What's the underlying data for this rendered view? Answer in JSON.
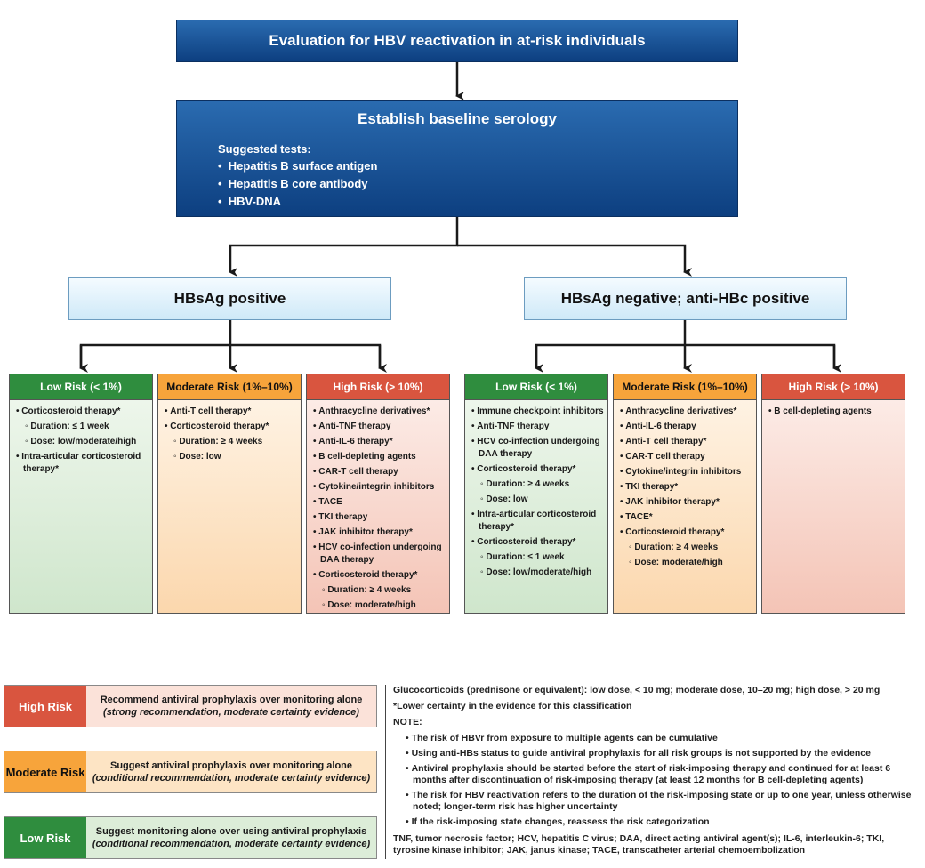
{
  "top_box": "Evaluation for HBV reactivation in at-risk individuals",
  "serology": {
    "title": "Establish baseline serology",
    "subtitle": "Suggested tests:",
    "tests": [
      "Hepatitis B surface antigen",
      "Hepatitis B core antibody",
      "HBV-DNA"
    ]
  },
  "branches": {
    "positive": "HBsAg positive",
    "negative": "HBsAg negative; anti-HBc positive"
  },
  "columns": {
    "pos_low": {
      "header": "Low Risk (< 1%)",
      "items": [
        {
          "t": "Corticosteroid therapy*",
          "s": 0
        },
        {
          "t": "Duration: ≤ 1 week",
          "s": 1
        },
        {
          "t": "Dose: low/moderate/high",
          "s": 1
        },
        {
          "t": "Intra-articular corticosteroid therapy*",
          "s": 0
        }
      ]
    },
    "pos_mod": {
      "header": "Moderate Risk (1%–10%)",
      "items": [
        {
          "t": "Anti-T cell therapy*",
          "s": 0
        },
        {
          "t": "Corticosteroid therapy*",
          "s": 0
        },
        {
          "t": "Duration: ≥ 4 weeks",
          "s": 1
        },
        {
          "t": "Dose: low",
          "s": 1
        }
      ]
    },
    "pos_high": {
      "header": "High Risk (> 10%)",
      "items": [
        {
          "t": "Anthracycline derivatives*",
          "s": 0
        },
        {
          "t": "Anti-TNF therapy",
          "s": 0
        },
        {
          "t": "Anti-IL-6 therapy*",
          "s": 0
        },
        {
          "t": "B cell-depleting agents",
          "s": 0
        },
        {
          "t": "CAR-T cell therapy",
          "s": 0
        },
        {
          "t": "Cytokine/integrin inhibitors",
          "s": 0
        },
        {
          "t": "TACE",
          "s": 0
        },
        {
          "t": "TKI therapy",
          "s": 0
        },
        {
          "t": "JAK inhibitor therapy*",
          "s": 0
        },
        {
          "t": "HCV co-infection undergoing DAA therapy",
          "s": 0
        },
        {
          "t": "Corticosteroid therapy*",
          "s": 0
        },
        {
          "t": "Duration: ≥ 4 weeks",
          "s": 1
        },
        {
          "t": "Dose: moderate/high",
          "s": 1
        }
      ]
    },
    "neg_low": {
      "header": "Low Risk (< 1%)",
      "items": [
        {
          "t": "Immune checkpoint inhibitors",
          "s": 0
        },
        {
          "t": "Anti-TNF therapy",
          "s": 0
        },
        {
          "t": "HCV co-infection undergoing DAA therapy",
          "s": 0
        },
        {
          "t": "Corticosteroid therapy*",
          "s": 0
        },
        {
          "t": "Duration: ≥ 4 weeks",
          "s": 1
        },
        {
          "t": "Dose: low",
          "s": 1
        },
        {
          "t": "Intra-articular corticosteroid therapy*",
          "s": 0
        },
        {
          "t": "Corticosteroid therapy*",
          "s": 0
        },
        {
          "t": "Duration: ≤ 1 week",
          "s": 1
        },
        {
          "t": "Dose: low/moderate/high",
          "s": 1
        }
      ]
    },
    "neg_mod": {
      "header": "Moderate Risk (1%–10%)",
      "items": [
        {
          "t": "Anthracycline derivatives*",
          "s": 0
        },
        {
          "t": "Anti-IL-6 therapy",
          "s": 0
        },
        {
          "t": "Anti-T cell therapy*",
          "s": 0
        },
        {
          "t": "CAR-T cell therapy",
          "s": 0
        },
        {
          "t": "Cytokine/integrin inhibitors",
          "s": 0
        },
        {
          "t": "TKI therapy*",
          "s": 0
        },
        {
          "t": "JAK inhibitor therapy*",
          "s": 0
        },
        {
          "t": "TACE*",
          "s": 0
        },
        {
          "t": "Corticosteroid therapy*",
          "s": 0
        },
        {
          "t": "Duration: ≥ 4 weeks",
          "s": 1
        },
        {
          "t": "Dose: moderate/high",
          "s": 1
        }
      ]
    },
    "neg_high": {
      "header": "High Risk (> 10%)",
      "items": [
        {
          "t": "B cell-depleting agents",
          "s": 0
        }
      ]
    }
  },
  "legend": {
    "high": {
      "label": "High Risk",
      "line1": "Recommend antiviral prophylaxis over monitoring alone",
      "line2": "(strong recommendation, moderate certainty evidence)",
      "color": "#d9553f"
    },
    "moderate": {
      "label": "Moderate Risk",
      "line1": "Suggest antiviral prophylaxis over monitoring alone",
      "line2": "(conditional recommendation, moderate certainty evidence)",
      "color": "#f7a43b"
    },
    "low": {
      "label": "Low Risk",
      "line1": "Suggest monitoring alone over using antiviral prophylaxis",
      "line2": "(conditional recommendation, moderate certainty evidence)",
      "color": "#2f8d3e"
    }
  },
  "notes": {
    "glucocorticoids": "Glucocorticoids (prednisone or equivalent): low dose, < 10 mg; moderate dose, 10–20 mg; high dose, > 20 mg",
    "certainty": "*Lower certainty in the evidence for this classification",
    "note_label": "NOTE:",
    "bullets": [
      "The risk of HBVr from exposure to multiple agents can be cumulative",
      "Using anti-HBs status to guide antiviral prophylaxis for all risk groups is not supported by the evidence",
      "Antiviral prophylaxis should be started before the start of risk-imposing therapy and continued for at least 6 months after discontinuation of risk-imposing therapy (at least 12 months for B cell-depleting agents)",
      "The risk for HBV reactivation refers to the duration of the risk-imposing state or up to one year, unless otherwise noted; longer-term risk has higher uncertainty",
      "If the risk-imposing state changes, reassess the risk categorization"
    ],
    "abbreviations": "TNF, tumor necrosis factor; HCV, hepatitis C virus; DAA, direct acting antiviral agent(s); IL-6, interleukin-6; TKI, tyrosine kinase inhibitor; JAK, janus kinase; TACE, transcatheter arterial chemoembolization"
  }
}
